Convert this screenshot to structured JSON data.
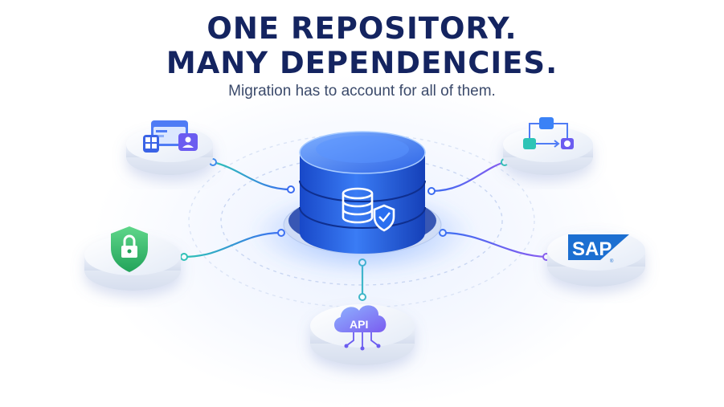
{
  "header": {
    "line1": "ONE REPOSITORY.",
    "line2": "MANY DEPENDENCIES.",
    "subtitle": "Migration has to account for all of them."
  },
  "nodes": [
    {
      "id": "dashboard",
      "icon": "dashboard-icon"
    },
    {
      "id": "workflow",
      "icon": "workflow-icon"
    },
    {
      "id": "security",
      "icon": "shield-lock-icon"
    },
    {
      "id": "sap",
      "icon": "sap-logo",
      "label": "SAP"
    },
    {
      "id": "api",
      "icon": "api-cloud-icon",
      "label": "API"
    }
  ],
  "colors": {
    "title": "#142460",
    "repository": "#1f5fe0",
    "connector_teal": "#2ec4b6",
    "connector_blue": "#3b6cf0",
    "connector_purple": "#7a5af0",
    "sap_blue": "#1c6fd1"
  }
}
